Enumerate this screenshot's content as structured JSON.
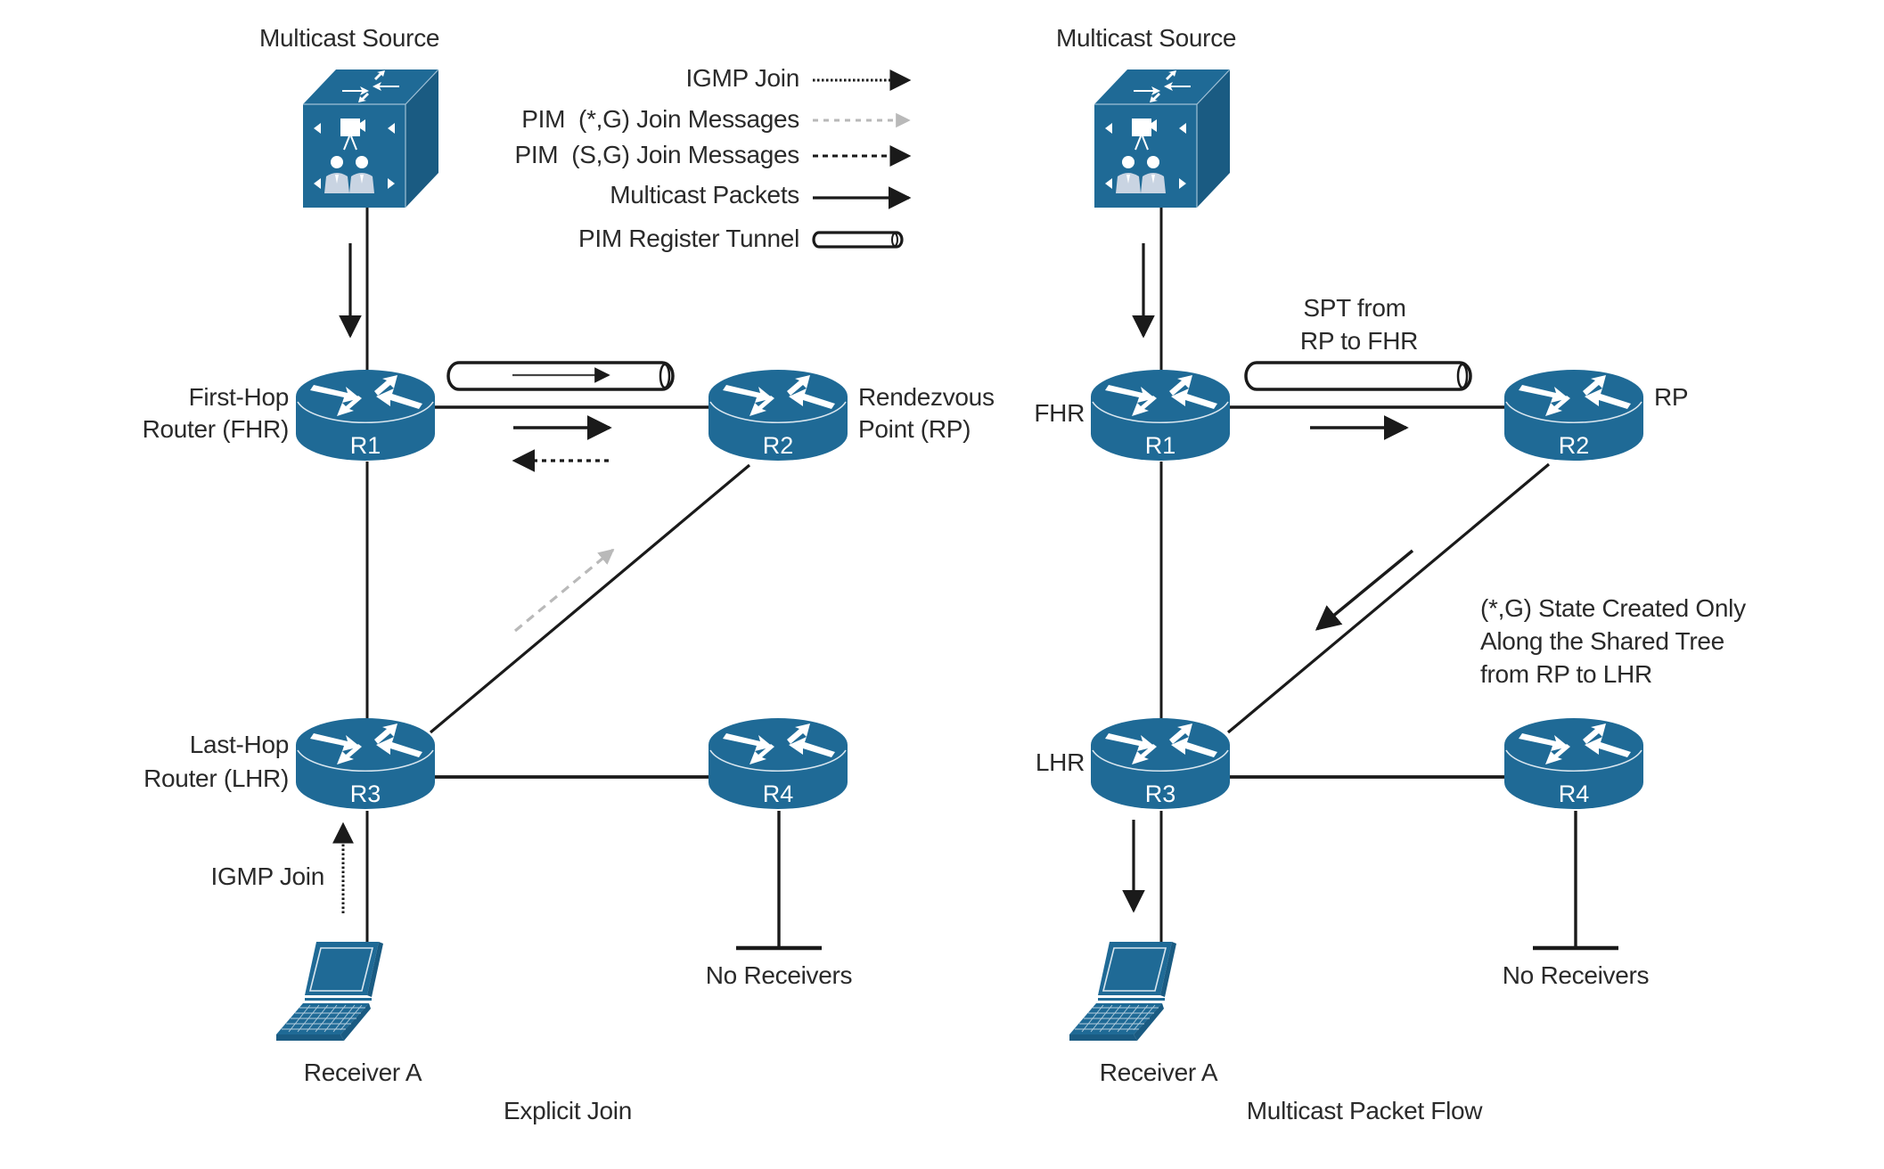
{
  "colors": {
    "device_blue": "#1f6a96",
    "device_blue_dark": "#1a5b82",
    "line": "#1a1a1a",
    "gray_arrow": "#b9b9b9",
    "text": "#2a2a2a",
    "background": "#ffffff"
  },
  "legend": {
    "items": [
      {
        "label": "IGMP Join",
        "style": "dotted",
        "color": "black"
      },
      {
        "label": "PIM  (*,G) Join Messages",
        "style": "dashed",
        "color": "gray"
      },
      {
        "label": "PIM  (S,G) Join Messages",
        "style": "dashed",
        "color": "black"
      },
      {
        "label": "Multicast Packets",
        "style": "solid",
        "color": "black"
      },
      {
        "label": "PIM Register Tunnel",
        "style": "tunnel",
        "color": "black"
      }
    ]
  },
  "left_panel": {
    "caption": "Explicit Join",
    "source_label": "Multicast Source",
    "routers": [
      {
        "id": "R1",
        "label": "R1",
        "role_lines": [
          "First-Hop",
          "Router (FHR)"
        ]
      },
      {
        "id": "R2",
        "label": "R2",
        "role_lines": [
          "Rendezvous",
          "Point (RP)"
        ]
      },
      {
        "id": "R3",
        "label": "R3",
        "role_lines": [
          "Last-Hop",
          "Router (LHR)"
        ]
      },
      {
        "id": "R4",
        "label": "R4",
        "role_lines": []
      }
    ],
    "receiver_label": "Receiver A",
    "igmp_label": "IGMP Join",
    "no_receivers_label": "No Receivers",
    "icons": {
      "source": "video-conference-icon",
      "router": "router-icon",
      "receiver": "laptop-icon"
    }
  },
  "right_panel": {
    "caption": "Multicast Packet Flow",
    "source_label": "Multicast Source",
    "routers": [
      {
        "id": "R1",
        "label": "R1",
        "role_lines": [
          "FHR"
        ]
      },
      {
        "id": "R2",
        "label": "R2",
        "role_lines": [
          "RP"
        ]
      },
      {
        "id": "R3",
        "label": "R3",
        "role_lines": [
          "LHR"
        ]
      },
      {
        "id": "R4",
        "label": "R4",
        "role_lines": []
      }
    ],
    "spt_label_lines": [
      "SPT from",
      "RP to FHR"
    ],
    "annotation_lines": [
      "(*,G) State Created Only",
      "Along the Shared Tree",
      "from RP to LHR"
    ],
    "receiver_label": "Receiver A",
    "no_receivers_label": "No Receivers",
    "icons": {
      "source": "video-conference-icon",
      "router": "router-icon",
      "receiver": "laptop-icon"
    }
  }
}
